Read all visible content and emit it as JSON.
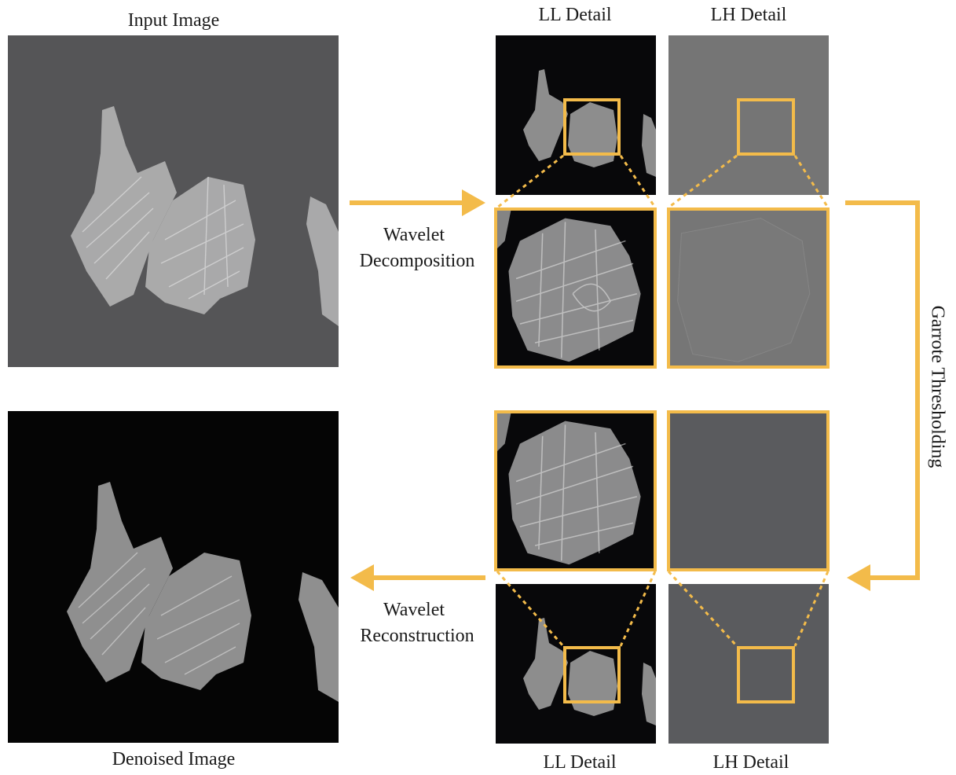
{
  "labels": {
    "input_image": "Input Image",
    "denoised_image": "Denoised Image",
    "ll_detail_top": "LL Detail",
    "lh_detail_top": "LH Detail",
    "ll_detail_bottom": "LL Detail",
    "lh_detail_bottom": "LH Detail",
    "decomposition_line1": "Wavelet",
    "decomposition_line2": "Decomposition",
    "reconstruction_line1": "Wavelet",
    "reconstruction_line2": "Reconstruction",
    "thresholding": "Garrote Thresholding"
  },
  "colors": {
    "accent": "#f3bb4a",
    "input_bg": "#555557",
    "denoised_bg": "#050505",
    "ll_bg": "#08080a",
    "lh_noisy_bg": "#757575",
    "lh_clean_bg": "#5a5b5e",
    "cell": "#c8c8c8"
  }
}
